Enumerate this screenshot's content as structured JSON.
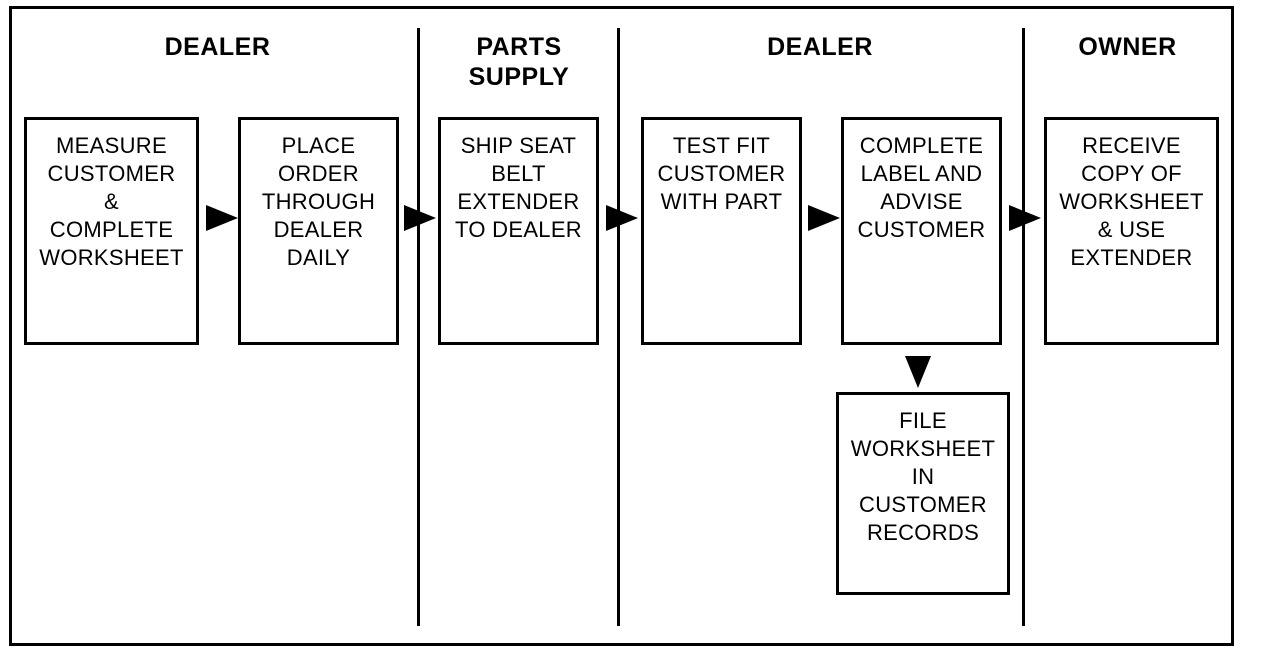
{
  "headers": {
    "dealer_left": [
      "DEALER"
    ],
    "parts_supply": [
      "PARTS",
      "SUPPLY"
    ],
    "dealer_right": [
      "DEALER"
    ],
    "owner": [
      "OWNER"
    ]
  },
  "boxes": {
    "measure": [
      "MEASURE",
      "CUSTOMER",
      "&",
      "COMPLETE",
      "WORKSHEET"
    ],
    "place_order": [
      "PLACE",
      "ORDER",
      "THROUGH",
      "DEALER",
      "DAILY"
    ],
    "ship": [
      "SHIP SEAT",
      "BELT",
      "EXTENDER",
      "TO DEALER"
    ],
    "test_fit": [
      "TEST FIT",
      "CUSTOMER",
      "WITH PART"
    ],
    "complete_label": [
      "COMPLETE",
      "LABEL AND",
      "ADVISE",
      "CUSTOMER"
    ],
    "receive": [
      "RECEIVE",
      "COPY OF",
      "WORKSHEET",
      "& USE",
      "EXTENDER"
    ],
    "file": [
      "FILE",
      "WORKSHEET",
      "IN",
      "CUSTOMER",
      "RECORDS"
    ]
  }
}
